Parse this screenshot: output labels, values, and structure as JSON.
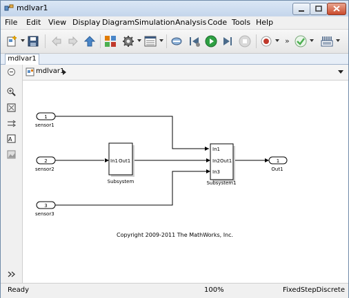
{
  "window": {
    "title": "mdlvar1"
  },
  "menu": [
    "File",
    "Edit",
    "View",
    "Display",
    "Diagram",
    "Simulation",
    "Analysis",
    "Code",
    "Tools",
    "Help"
  ],
  "tab": {
    "label": "mdlvar1"
  },
  "address": {
    "path": "mdlvar1"
  },
  "diagram": {
    "inports": [
      {
        "number": "1",
        "name": "sensor1"
      },
      {
        "number": "2",
        "name": "sensor2"
      },
      {
        "number": "3",
        "name": "sensor3"
      }
    ],
    "subsystem": {
      "name": "Subsystem",
      "in_port": "In1",
      "out_port": "Out1"
    },
    "subsystem1": {
      "name": "Subsystem1",
      "in1": "In1",
      "in2": "In2",
      "in3": "In3",
      "out_port": "Out1"
    },
    "outport": {
      "number": "1",
      "name": "Out1"
    },
    "copyright": "Copyright 2009-2011 The MathWorks, Inc."
  },
  "status": {
    "state": "Ready",
    "zoom": "100%",
    "solver": "FixedStepDiscrete"
  },
  "colors": {
    "run": "#2ea043",
    "record": "#c0392b",
    "check": "#4caf50",
    "library": "#e07b00"
  }
}
